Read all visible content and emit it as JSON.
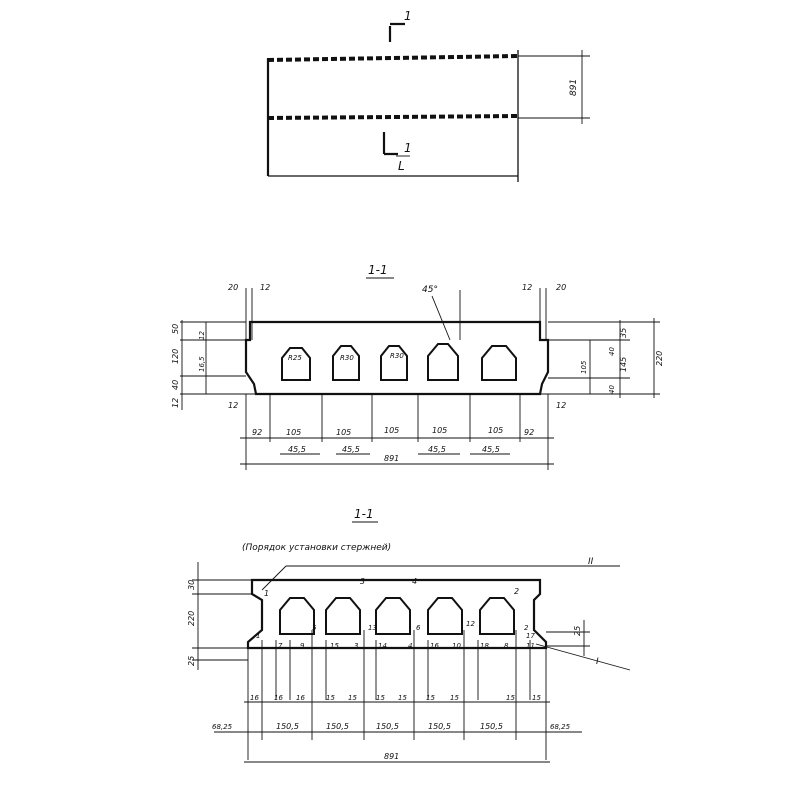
{
  "plan": {
    "cut_mark_top": "1",
    "cut_mark_bottom": "1",
    "length_label": "L",
    "width_dim": "891"
  },
  "section1": {
    "title": "1-1",
    "angle_label": "45°",
    "radius_labels": [
      "R25",
      "R30",
      "R30"
    ],
    "left_top_dims": [
      "20",
      "12"
    ],
    "right_top_dims": [
      "12",
      "20"
    ],
    "left_height_dims": [
      "50",
      "120",
      "40",
      "12"
    ],
    "left_inner_dims": [
      "12",
      "16,5"
    ],
    "right_height_dims": [
      "35",
      "40",
      "145",
      "40",
      "220"
    ],
    "right_inner_dim": "105",
    "bottom_side_dims": [
      "12",
      "12"
    ],
    "bottom_dims": [
      "92",
      "105",
      "105",
      "105",
      "105",
      "105",
      "92"
    ],
    "rib_dims": [
      "45,5",
      "45,5",
      "45,5",
      "45,5"
    ],
    "total_dim": "891"
  },
  "section2": {
    "title": "1-1",
    "subtitle": "(Порядок установки стержней)",
    "label_II": "II",
    "label_I": "I",
    "height_dims": [
      "30",
      "220",
      "25"
    ],
    "right_dim": "25",
    "top_bar_labels": [
      "1",
      "3",
      "4",
      "2"
    ],
    "bottom_bar_labels": [
      "1",
      "7",
      "9",
      "5",
      "3",
      "13",
      "14",
      "4",
      "6",
      "16",
      "10",
      "18",
      "8",
      "12",
      "2",
      "11",
      "15",
      "17"
    ],
    "spacing_dims": [
      "16",
      "16",
      "16",
      "15",
      "15",
      "15",
      "15",
      "15",
      "15",
      "15",
      "15"
    ],
    "bay_dims": [
      "68,25",
      "150,5",
      "150,5",
      "150,5",
      "150,5",
      "150,5",
      "68,25"
    ],
    "total_dim": "891"
  }
}
